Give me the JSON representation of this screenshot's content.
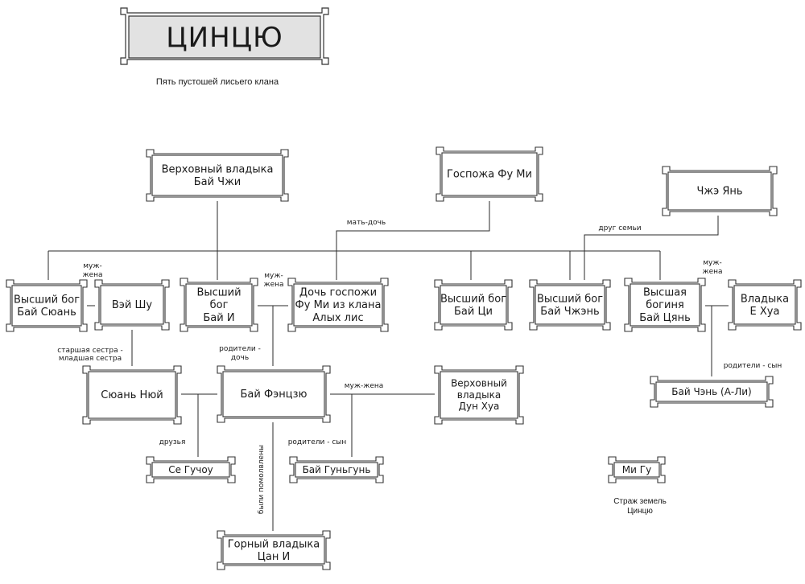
{
  "title": "ЦИНЦЮ",
  "subtitle": "Пять пустошей лисьего клана",
  "nodes": {
    "bai_zhi": [
      "Верховный владыка",
      "Бай Чжи"
    ],
    "fu_mi": [
      "Госпожа Фу Ми"
    ],
    "zhe_yan": [
      "Чжэ Янь"
    ],
    "bai_xuan": [
      "Высший бог",
      "Бай Сюань"
    ],
    "wei_shu": [
      "Вэй Шу"
    ],
    "bai_yi": [
      "Высший",
      "бог",
      "Бай И"
    ],
    "fu_mi_daughter": [
      "Дочь госпожи",
      "Фу Ми из клана",
      "Алых лис"
    ],
    "bai_qi": [
      "Высший бог",
      "Бай Ци"
    ],
    "bai_zhen": [
      "Высший бог",
      "Бай Чжэнь"
    ],
    "bai_qian": [
      "Высшая",
      "богиня",
      "Бай Цянь"
    ],
    "ye_hua": [
      "Владыка",
      "Е Хуа"
    ],
    "xuan_nu": [
      "Сюань Нюй"
    ],
    "bai_fengjiu": [
      "Бай Фэнцзю"
    ],
    "dong_hua": [
      "Верховный",
      "владыка",
      "Дун Хуа"
    ],
    "bai_chen": [
      "Бай Чэнь (А-Ли)"
    ],
    "xie_guzhou": [
      "Се Гучоу"
    ],
    "bai_gungun": [
      "Бай Гуньгунь"
    ],
    "mi_gu": [
      "Ми Гу"
    ],
    "cang_yi": [
      "Горный владыка",
      "Цан И"
    ]
  },
  "edge_labels": {
    "mother_daughter": "мать-дочь",
    "family_friend": "друг семьи",
    "husband_wife_1": [
      "муж-",
      "жена"
    ],
    "husband_wife_2": [
      "муж-",
      "жена"
    ],
    "husband_wife_3": [
      "муж-",
      "жена"
    ],
    "sisters": [
      "старшая  сестра -",
      "младшая сестра"
    ],
    "parents_daughter": [
      "родители -",
      "дочь"
    ],
    "husband_wife_4": "муж-жена",
    "parents_son_1": "родители - сын",
    "friends": "друзья",
    "parents_son_2": "родители - сын",
    "were_engaged": "были помолвлены"
  },
  "caption": [
    "Страж земель",
    "Цинцю"
  ]
}
